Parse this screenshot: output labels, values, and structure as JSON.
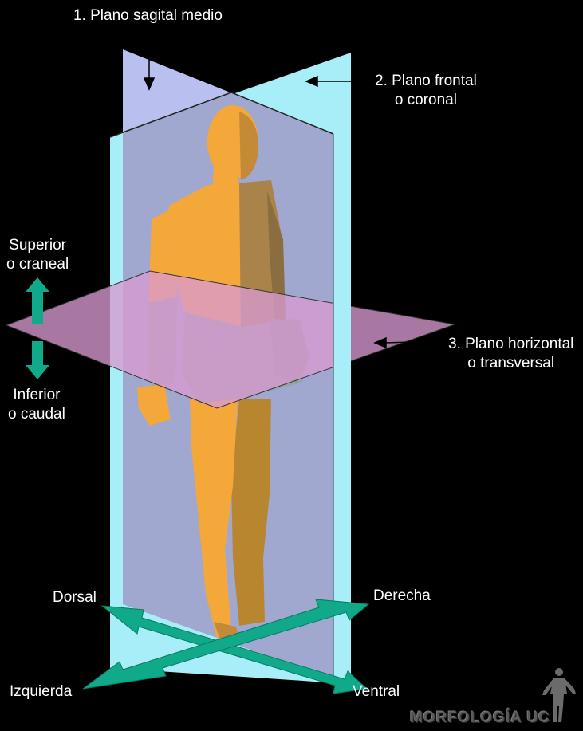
{
  "labels": {
    "plane_sagittal": "1. Plano sagital medio",
    "plane_frontal_line1": "2. Plano frontal",
    "plane_frontal_line2": "o coronal",
    "plane_horizontal_line1": "3. Plano horizontal",
    "plane_horizontal_line2": "o transversal",
    "superior_line1": "Superior",
    "superior_line2": "o craneal",
    "inferior_line1": "Inferior",
    "inferior_line2": "o caudal",
    "dorsal": "Dorsal",
    "derecha": "Derecha",
    "izquierda": "Izquierda",
    "ventral": "Ventral"
  },
  "watermark": "MORFOLOGÍA UC",
  "colors": {
    "background": "#000000",
    "sagittal_plane": "#b9c0f0",
    "frontal_plane": "#a8eef8",
    "horizontal_plane": "#d89ad0",
    "figure_skin": "#f5a83a",
    "figure_cloth": "#8fa6a6",
    "arrow": "#10a98a",
    "text": "#ffffff"
  }
}
